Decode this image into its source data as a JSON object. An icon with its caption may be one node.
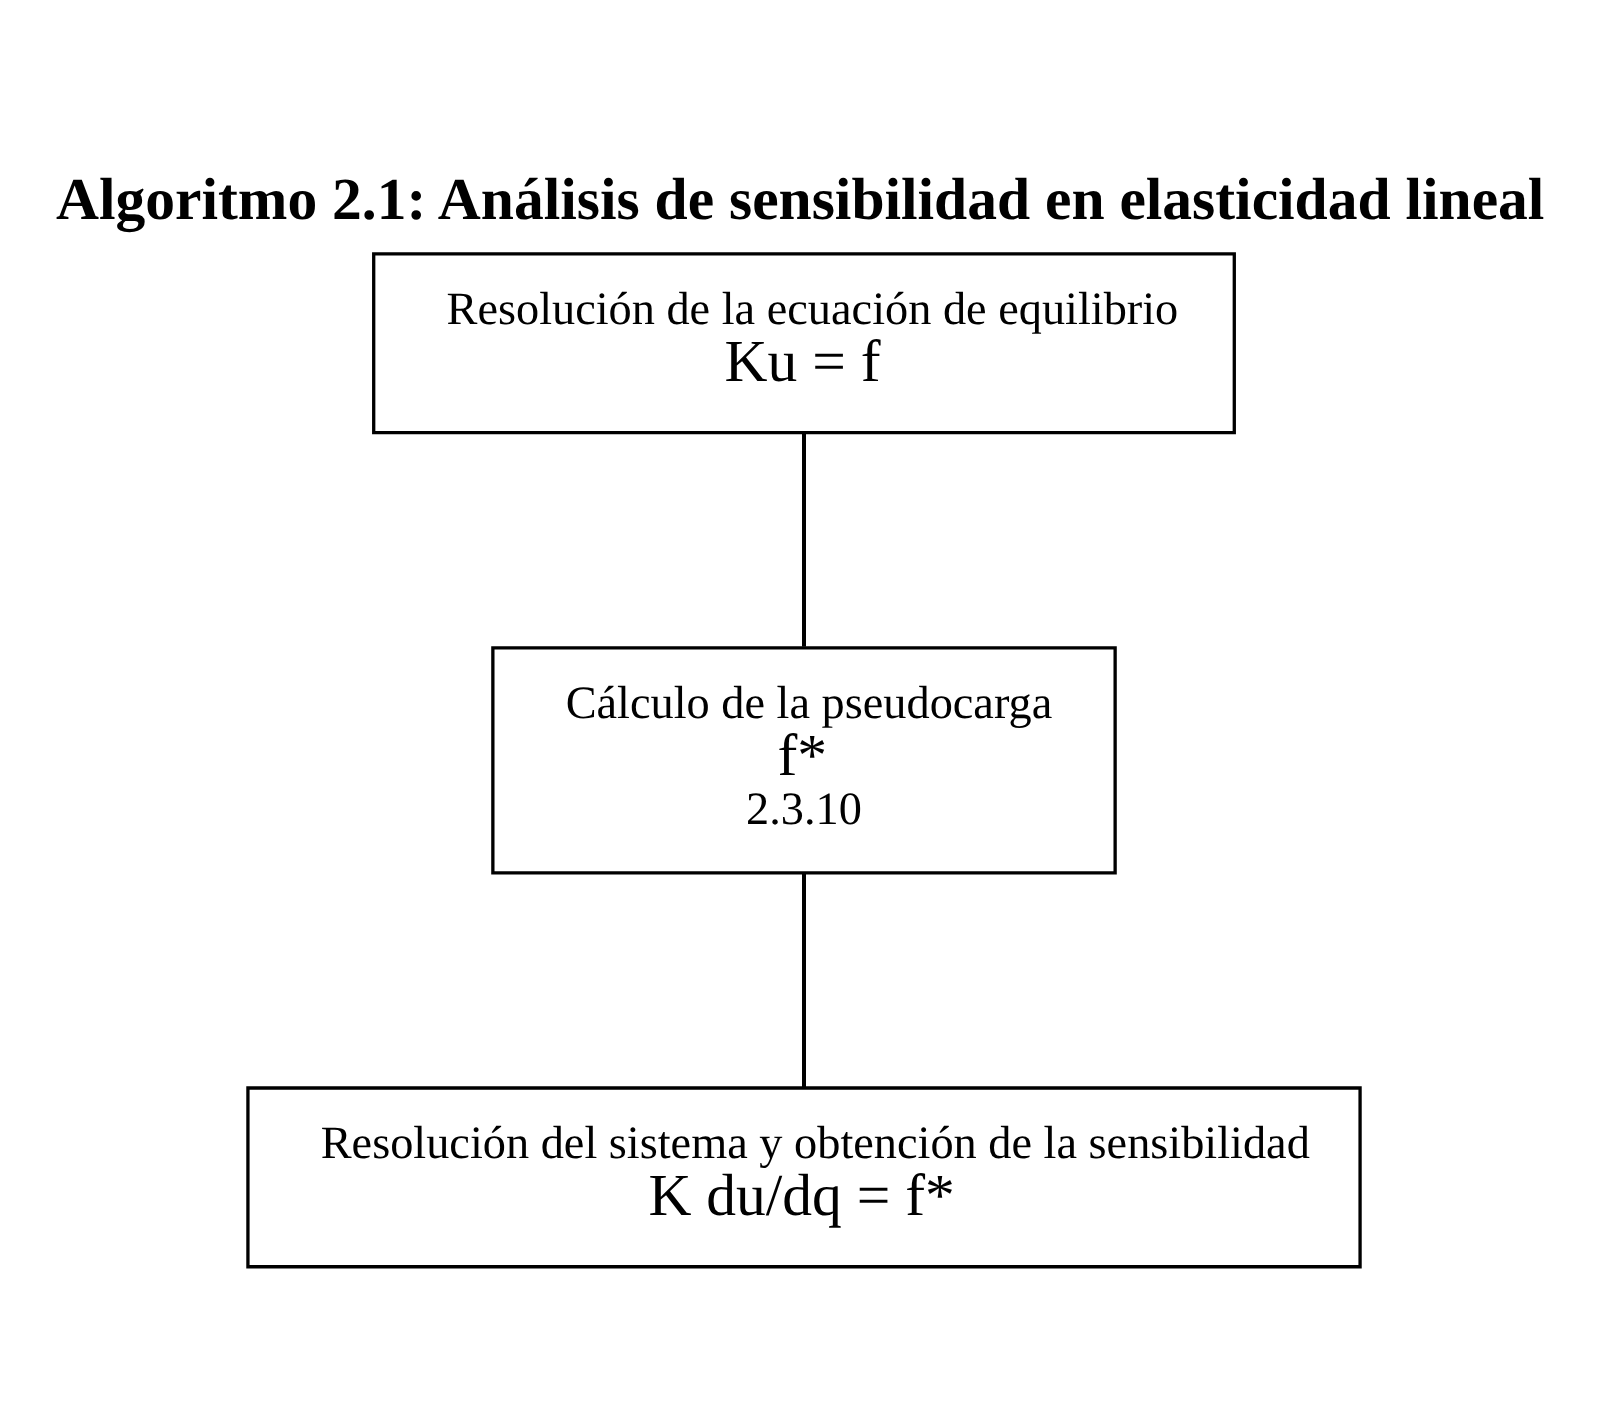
{
  "diagram": {
    "title": "Algoritmo 2.1: Análisis de sensibilidad en elasticidad lineal",
    "nodes": [
      {
        "text": [
          "Resolución de la ecuación de equilibrio",
          "Ku = f"
        ]
      },
      {
        "text": [
          "Cálculo de la pseudocarga",
          "f*",
          "2.3.10"
        ]
      },
      {
        "text": [
          "Resolución del sistema y obtención de la sensibilidad",
          "K du/dq = f*"
        ]
      }
    ],
    "edges": [
      {
        "from": 0,
        "to": 1,
        "arrow": "none"
      },
      {
        "from": 1,
        "to": 2,
        "arrow": "none"
      }
    ]
  }
}
